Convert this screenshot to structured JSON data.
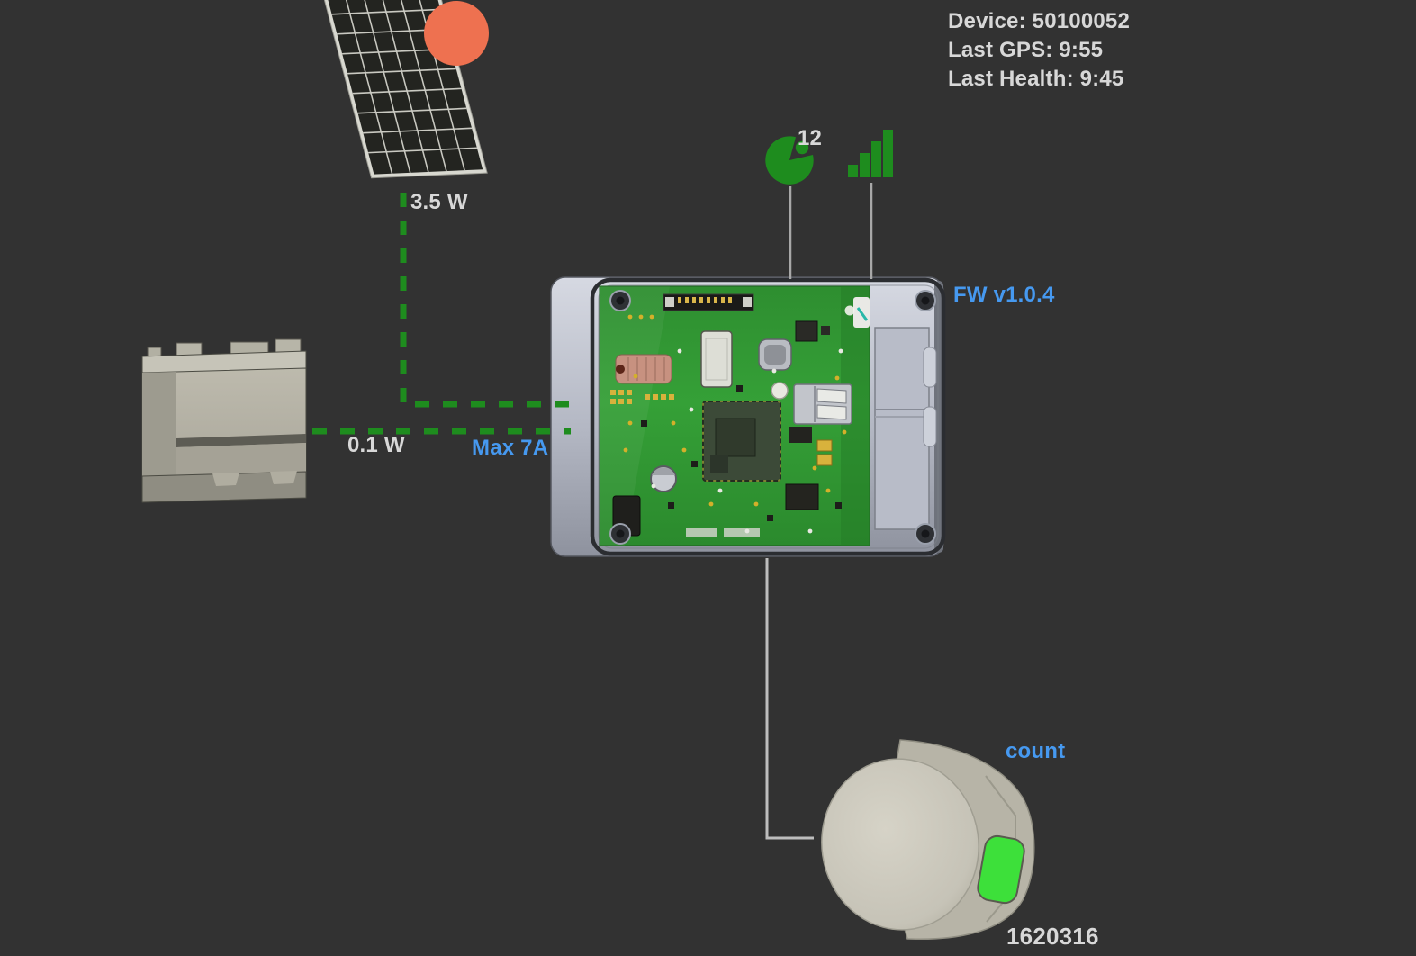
{
  "scene": {
    "background_color": "#323232"
  },
  "status_panel": {
    "device_label": "Device: 50100052",
    "last_gps_label": "Last GPS: 9:55",
    "last_health_label": "Last Health: 9:45"
  },
  "gateway": {
    "firmware_label": "FW v1.0.4",
    "gps_satellite_count": "12",
    "icons": {
      "gps": "satellite-dish-icon",
      "cell_signal": "signal-bars-icon",
      "sun": "sun-indicator-icon"
    }
  },
  "solar_panel": {
    "power_label": "3.5 W"
  },
  "battery": {
    "power_label": "0.1 W",
    "max_current_label": "Max 7A"
  },
  "counter_sensor": {
    "metric_label": "count",
    "count_value": "1620316"
  },
  "colors": {
    "connection_green": "#1e8c1e",
    "accent_blue": "#4699f0",
    "label_text": "#d8d8d8",
    "sun_orange": "#ee7150",
    "sensor_indicator_green": "#3de03a",
    "pcb_green": "#2f9030",
    "wire_gray": "#ababab"
  }
}
